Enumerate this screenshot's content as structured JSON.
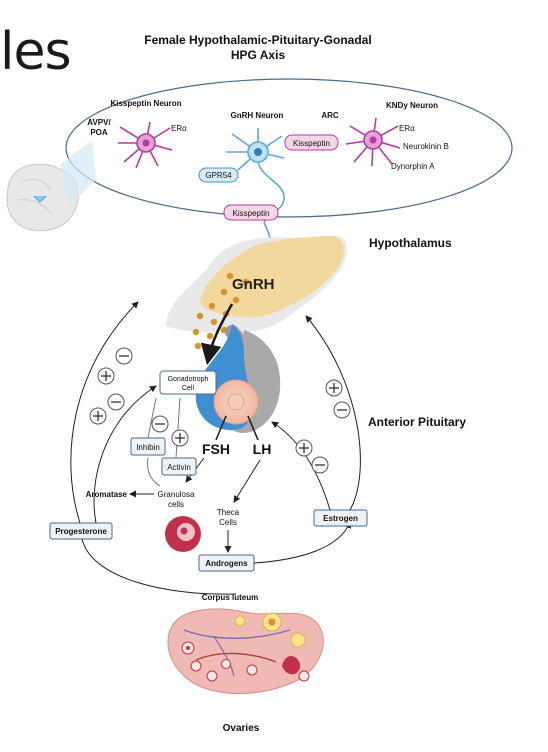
{
  "slide_fragment": "les",
  "title": {
    "line1": "Female Hypothalamic-Pituitary-Gonadal",
    "line2": "HPG Axis"
  },
  "neurons": {
    "kisspeptin_neuron": "Kisspeptin Neuron",
    "avpv_poa_line1": "AVPV/",
    "avpv_poa_line2": "POA",
    "er_alpha_left": "ERα",
    "gnrh_neuron": "GnRH Neuron",
    "arc": "ARC",
    "kndy_neuron": "KNDy Neuron",
    "er_alpha_right": "ERα",
    "neurokinin_b": "Neurokinin B",
    "dynorphin_a": "Dynorphin A",
    "kisspeptin_receptor_label": "Kisspeptin",
    "gpr54": "GPR54",
    "kisspeptin_axon_label": "Kisspeptin"
  },
  "regions": {
    "hypothalamus": "Hypothalamus",
    "gnrh": "GnRH",
    "anterior_pituitary": "Anterior Pituitary"
  },
  "cells": {
    "gonadotroph_line1": "Gonadotroph",
    "gonadotroph_line2": "Cell",
    "fsh": "FSH",
    "lh": "LH",
    "inhibin": "Inhibin",
    "activin": "Activin",
    "aromatase": "Aromatase",
    "granulosa_line1": "Granulosa",
    "granulosa_line2": "cells",
    "theca_line1": "Theca",
    "theca_line2": "Cells",
    "androgens": "Androgens",
    "estrogen": "Estrogen",
    "progesterone": "Progesterone",
    "corpus_luteum": "Corpus luteum",
    "ovaries": "Ovaries"
  },
  "colors": {
    "hypothalamus_fill": "#f3d79a",
    "gnrh_dot": "#d9952a",
    "pituitary_blue": "#3f8fd4",
    "pituitary_gray": "#a9a9a9",
    "neuron_purple": "#b53aa0",
    "neuron_blue": "#5aa9dc",
    "kisspeptin_pill": "#f6d6e6",
    "gpr54_pill": "#d9ecf8",
    "ovary_fill": "#f0b9b3",
    "follicle_red": "#c2314a"
  }
}
